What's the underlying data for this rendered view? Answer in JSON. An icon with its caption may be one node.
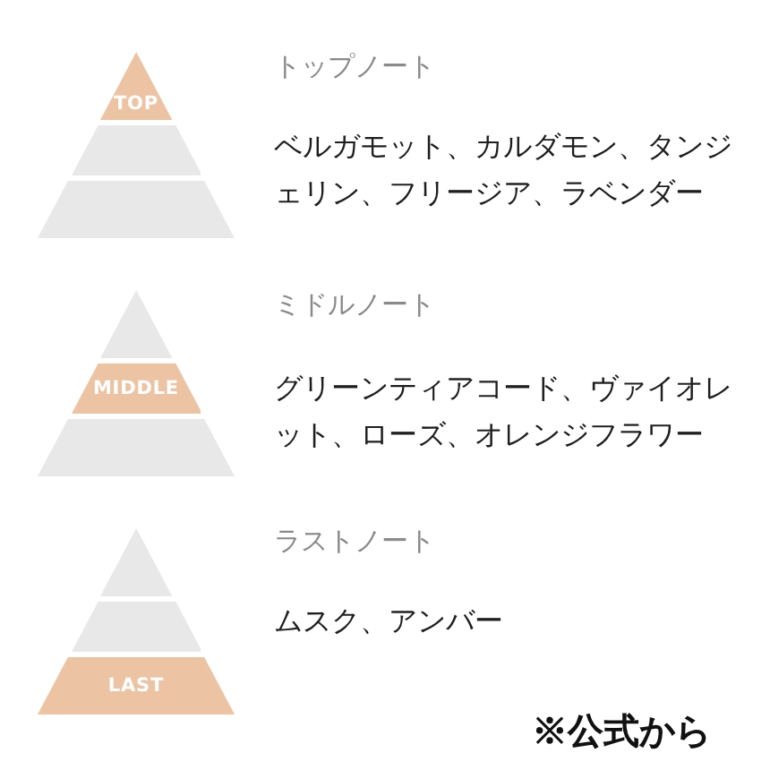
{
  "diagram": {
    "nodes": [
      {
        "text": [
          "TOP"
        ]
      },
      {
        "text": [],
        "shape": "trapezoid"
      },
      {
        "text": [],
        "shape": "trapezoid"
      },
      {
        "text": [],
        "shape": "triangle"
      },
      {
        "text": [
          "MIDDLE"
        ]
      },
      {
        "text": [],
        "shape": "trapezoid"
      },
      {
        "text": [],
        "shape": "triangle"
      },
      {
        "text": [],
        "shape": "trapezoid"
      },
      {
        "text": [
          "LAST"
        ]
      }
    ],
    "labels": [
      "トップノート",
      "ベルガモット、カルダモン、タンジェリン、フリージア、ラベンダー",
      "ミドルノート",
      "グリーンティアコード、ヴァイオレット、ローズ、オレンジフラワー",
      "ラストノート",
      "ムスク、アンバー",
      "※公式から"
    ]
  }
}
